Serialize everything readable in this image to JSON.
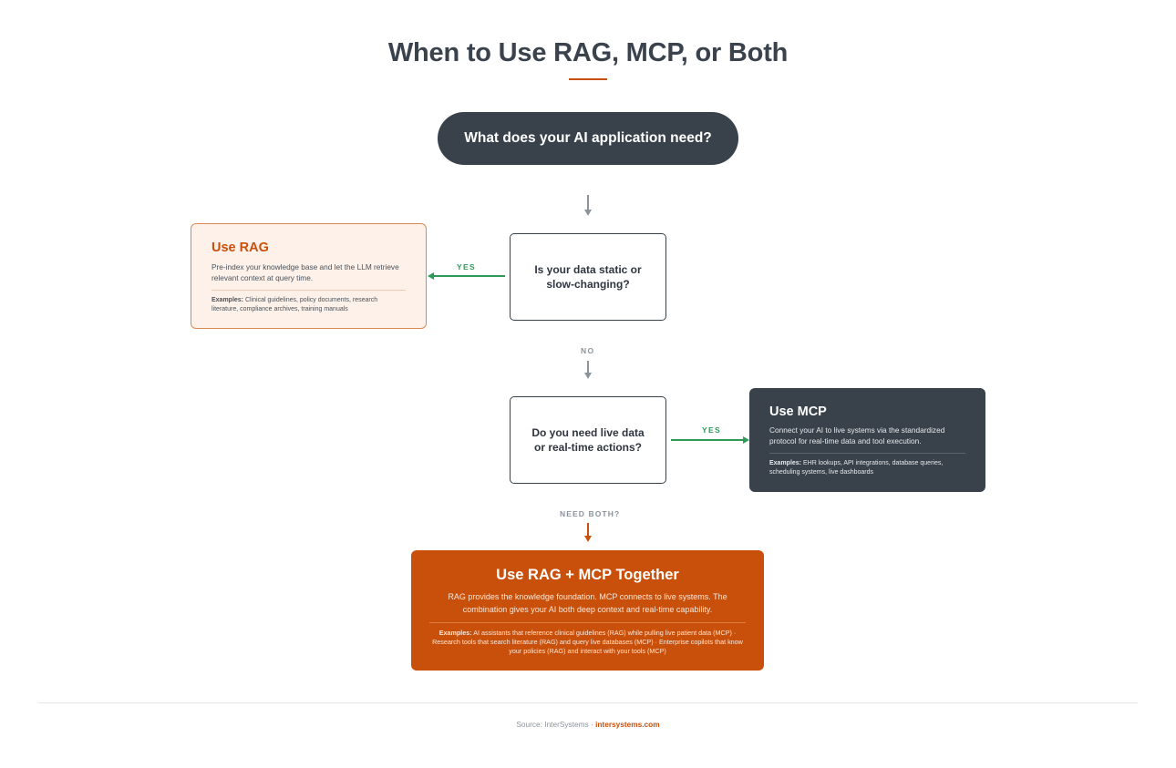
{
  "title": "When to Use RAG, MCP, or Both",
  "start": {
    "label": "What does your AI application need?"
  },
  "decision_1": {
    "question": "Is your data static or slow-changing?",
    "yes_label": "YES",
    "no_label": "NO"
  },
  "decision_2": {
    "question": "Do you need live data or real-time actions?",
    "yes_label": "YES",
    "both_label": "NEED BOTH?"
  },
  "rag": {
    "title": "Use RAG",
    "description": "Pre-index your knowledge base and let the LLM retrieve relevant context at query time.",
    "examples_label": "Examples:",
    "examples": "Clinical guidelines, policy documents, research literature, compliance archives, training manuals"
  },
  "mcp": {
    "title": "Use MCP",
    "description": "Connect your AI to live systems via the standardized protocol for real-time data and tool execution.",
    "examples_label": "Examples:",
    "examples": "EHR lookups, API integrations, database queries, scheduling systems, live dashboards"
  },
  "both": {
    "title": "Use RAG + MCP Together",
    "description": "RAG provides the knowledge foundation. MCP connects to live systems. The combination gives your AI both deep context and real-time capability.",
    "examples_label": "Examples:",
    "examples": "AI assistants that reference clinical guidelines (RAG) while pulling live patient data (MCP) · Research tools that search literature (RAG) and query live databases (MCP) · Enterprise copilots that know your policies (RAG) and interact with your tools (MCP)"
  },
  "footer": {
    "source_label": "Source: InterSystems ·",
    "link": "intersystems.com"
  },
  "colors": {
    "primary_dark": "#39424b",
    "accent_orange": "#c8500a",
    "yes_green": "#2e9a58",
    "neutral_gray": "#8b939b",
    "rag_background": "#fdf1ea"
  }
}
